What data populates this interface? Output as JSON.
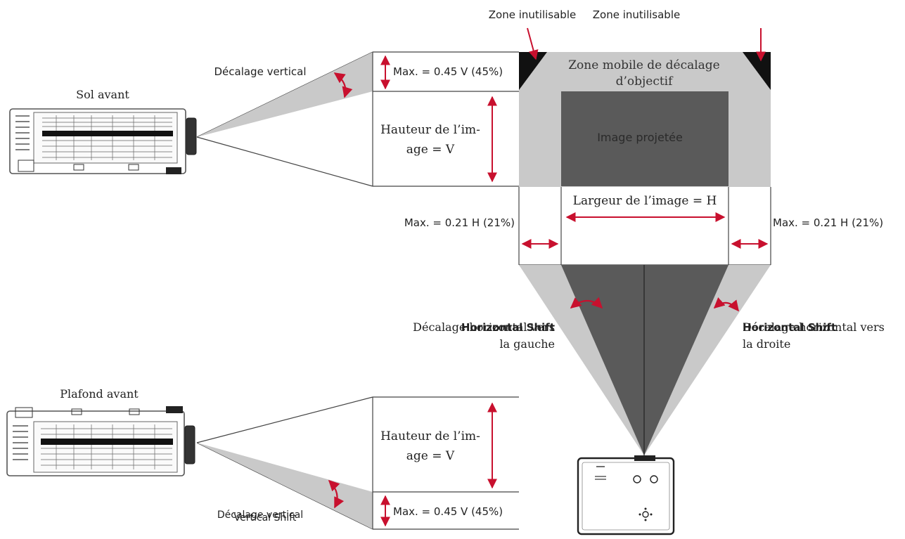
{
  "labels": {
    "unusable_left": "Zone inutilisable",
    "unusable_right": "Zone inutilisable",
    "vertical_shift_top": "Décalage vertical",
    "front_floor": "Sol avant",
    "max_v_top": "Max. = 0.45 V (45%)",
    "image_height_top_1": "Hauteur de l’im-",
    "image_height_top_2": "age = V",
    "shift_zone_1": "Zone mobile de décalage",
    "shift_zone_2": "d’objectif",
    "projected_image": "Image projetée",
    "image_width": "Largeur de l’image = H",
    "max_h_left": "Max. = 0.21 H (21%)",
    "max_h_right": "Max. = 0.21 H (21%)",
    "shift_left_1": "Décalage horizontal vers",
    "shift_left_2": "la gauche",
    "shift_left_overlay": "Horizontal Shift",
    "shift_right_1": "Décalage horizontal vers",
    "shift_right_2": "la droite",
    "shift_right_overlay": "Horizontal Shift",
    "front_ceiling": "Plafond avant",
    "image_height_bottom_1": "Hauteur de l’im-",
    "image_height_bottom_2": "age = V",
    "max_v_bottom": "Max. = 0.45 V (45%)",
    "vertical_shift_bottom": "Décalage vertical",
    "vertical_shift_bottom_overlay": "Vertical Shift"
  },
  "colors": {
    "arrow": "#c8102e",
    "shift_zone": "#c9c9c9",
    "projected": "#5a5a5a",
    "line": "#333333",
    "projector_outline": "#555555"
  }
}
